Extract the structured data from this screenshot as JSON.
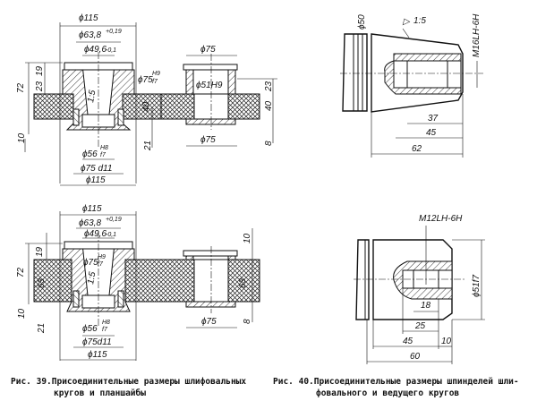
{
  "fig39": {
    "caption_num": "Рис. 39.",
    "caption_line1": "Присоединительные размеры шлифовальных",
    "caption_line2": "кругов и планшайбы",
    "top": {
      "d115_top": "ϕ115",
      "d63_8": "ϕ63,8",
      "d63_8_tol": "+0,19",
      "d49_6": "ϕ49,6",
      "d49_6_tol": "-0,1",
      "h72": "72",
      "h19": "19",
      "h23": "23",
      "d75": "ϕ75",
      "fit_h9": "H9",
      "fit_f7": "f7",
      "taper": "1:5",
      "h40": "40",
      "h10": "10",
      "h21": "21",
      "d56": "ϕ56",
      "fit_h8": "H8",
      "fit_f7b": "f7",
      "d75d11": "ϕ75 d11",
      "d115_bot": "ϕ115",
      "r_d75_top": "ϕ75",
      "r_d51": "ϕ51H9",
      "r_h23": "23",
      "r_h40": "40",
      "r_d75_bot": "ϕ75",
      "r_h8": "8"
    },
    "bottom": {
      "d115_top": "ϕ115",
      "d63_8": "ϕ63,8",
      "d63_8_tol": "+0,19",
      "d49_6": "ϕ49,6",
      "d49_6_tol": "-0,1",
      "h72": "72",
      "h19": "19",
      "h63": "63",
      "d75": "ϕ75",
      "fit_h9": "H9",
      "fit_f7": "f7",
      "taper": "1:5",
      "h10": "10",
      "h21": "21",
      "d56": "ϕ56",
      "fit_h8": "H8",
      "fit_f7b": "f7",
      "d75d11": "ϕ75d11",
      "d115_bot": "ϕ115",
      "r_h10": "10",
      "r_h63": "63",
      "r_d75": "ϕ75",
      "r_h8": "8"
    }
  },
  "fig40": {
    "caption_num": "Рис. 40.",
    "caption_line1": "Присоединительные размеры шпинделей шли-",
    "caption_line2": "фовального и ведущего кругов",
    "top": {
      "d50": "ϕ50",
      "taper": "1:5",
      "thread": "M16LH-6H",
      "l37": "37",
      "l45": "45",
      "l62": "62"
    },
    "bottom": {
      "thread": "M12LH-6H",
      "d51": "ϕ51f7",
      "l18": "18",
      "l25": "25",
      "l45": "45",
      "l10": "10",
      "l60": "60"
    }
  }
}
